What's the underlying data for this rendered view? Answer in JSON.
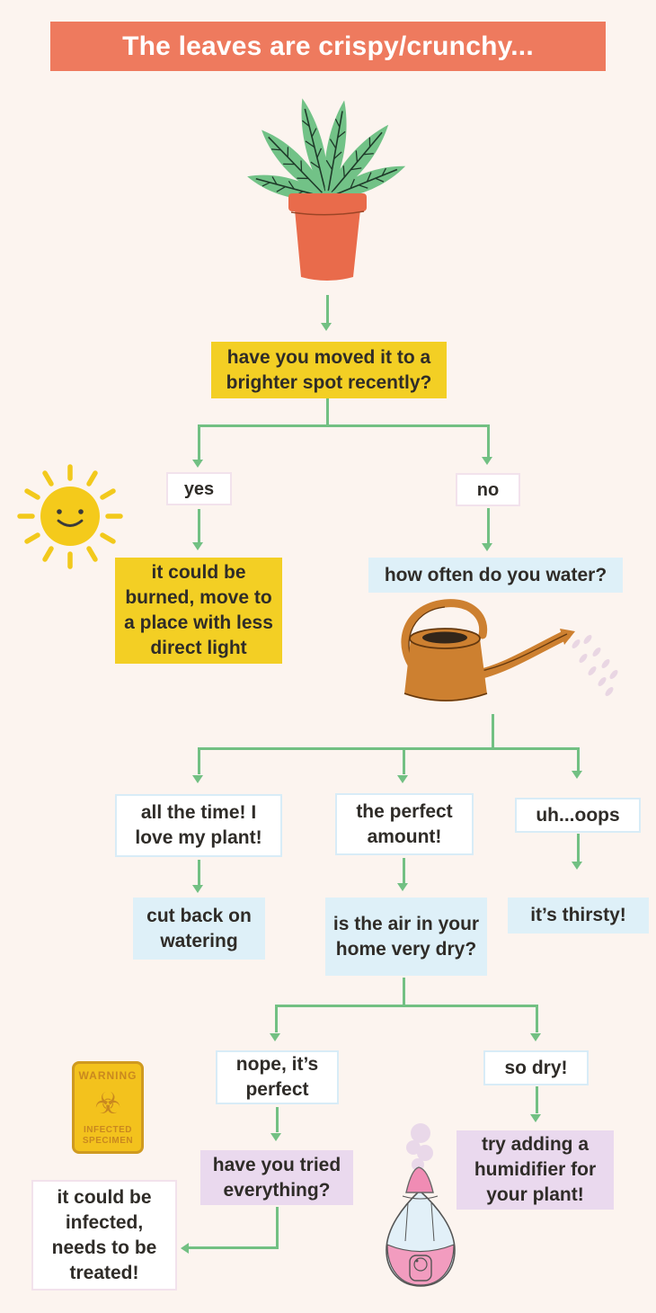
{
  "colors": {
    "background": "#fcf4ef",
    "banner": "#ee7a5e",
    "banner_text": "#ffffff",
    "yellow": "#f3cf24",
    "light_blue": "#def0f8",
    "lavender": "#ead9ee",
    "white": "#ffffff",
    "pink_border": "#f2e2ec",
    "blue_border": "#d8ecf7",
    "green": "#72c083",
    "text": "#2f2c28",
    "warning_bg": "#f3c21d",
    "warning_border": "#cf9a20",
    "warning_text": "#c9881f"
  },
  "banner": {
    "title": "The leaves are crispy/crunchy..."
  },
  "nodes": {
    "q_brighter": "have you moved it to a brighter spot recently?",
    "yes": "yes",
    "no": "no",
    "burned": "it could be burned, move to a place with less direct light",
    "q_water": "how often do you water?",
    "water_all": "all the time! I love my plant!",
    "water_perfect": "the perfect amount!",
    "water_oops": "uh...oops",
    "cut_back": "cut back on watering",
    "q_air": "is the air in your home very dry?",
    "thirsty": "it’s thirsty!",
    "nope": "nope, it’s perfect",
    "so_dry": "so dry!",
    "tried": "have you tried everything?",
    "humidifier_tip": "try adding a humidifier for your plant!",
    "infected": "it could be infected, needs to be treated!"
  },
  "warning_sign": {
    "title": "WARNING",
    "symbol": "☣",
    "icon": "biohazard-icon",
    "line1": "INFECTED",
    "line2": "SPECIMEN"
  },
  "illustrations": {
    "plant": "potted-plant",
    "sun": "smiling-sun",
    "watering_can": "watering-can",
    "humidifier": "humidifier",
    "warning": "warning-sign"
  }
}
